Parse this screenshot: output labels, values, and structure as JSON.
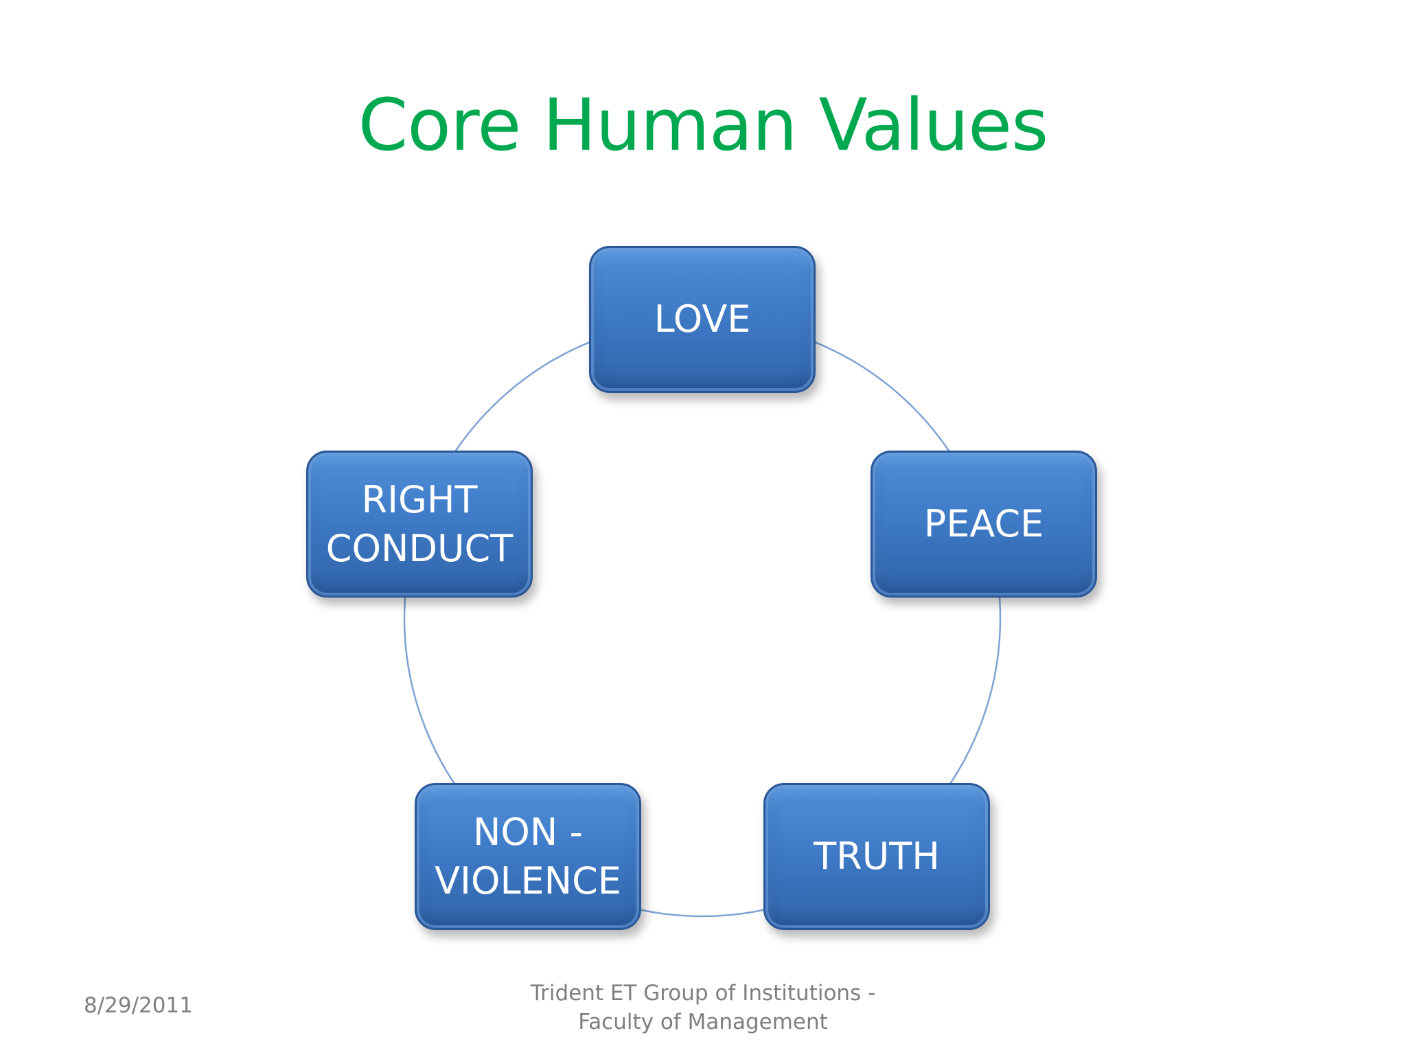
{
  "slide": {
    "title": "Core Human Values",
    "title_color": "#00a84f"
  },
  "diagram": {
    "type": "cycle",
    "node_color": "#3f7bc7",
    "connector_color": "#7fa3d4",
    "nodes": [
      {
        "id": "love",
        "label": "LOVE"
      },
      {
        "id": "peace",
        "label": "PEACE"
      },
      {
        "id": "truth",
        "label": "TRUTH"
      },
      {
        "id": "non-violence",
        "label": "NON -\nVIOLENCE"
      },
      {
        "id": "right-conduct",
        "label": "RIGHT\nCONDUCT"
      }
    ]
  },
  "footer": {
    "date": "8/29/2011",
    "org_line1": "Trident ET Group of Institutions -",
    "org_line2": "Faculty of Management"
  }
}
